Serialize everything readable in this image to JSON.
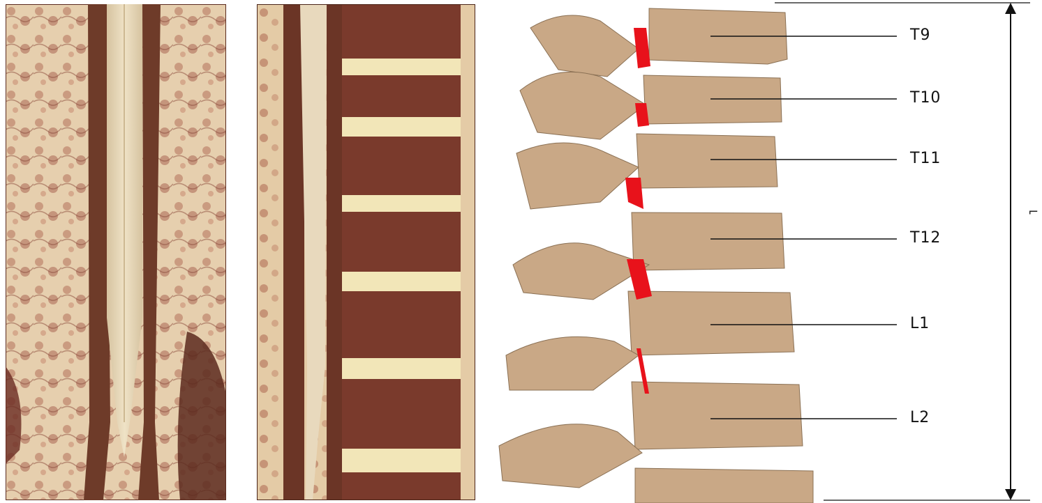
{
  "labels": {
    "T9": "T9",
    "T10": "T10",
    "T11": "T11",
    "T12": "T12",
    "L1": "L1",
    "L2": "L2"
  },
  "side_mark": "⌐",
  "colors": {
    "bone": "#c9a886",
    "bone_shadow": "#a88a6a",
    "cord_red": "#e8121b",
    "tissue_dark": "#7a3a2c",
    "tissue_light": "#e9d6b6",
    "disc": "#f2e6b8",
    "cord": "#e8d9bd",
    "muscle": "#6b3a2a"
  }
}
